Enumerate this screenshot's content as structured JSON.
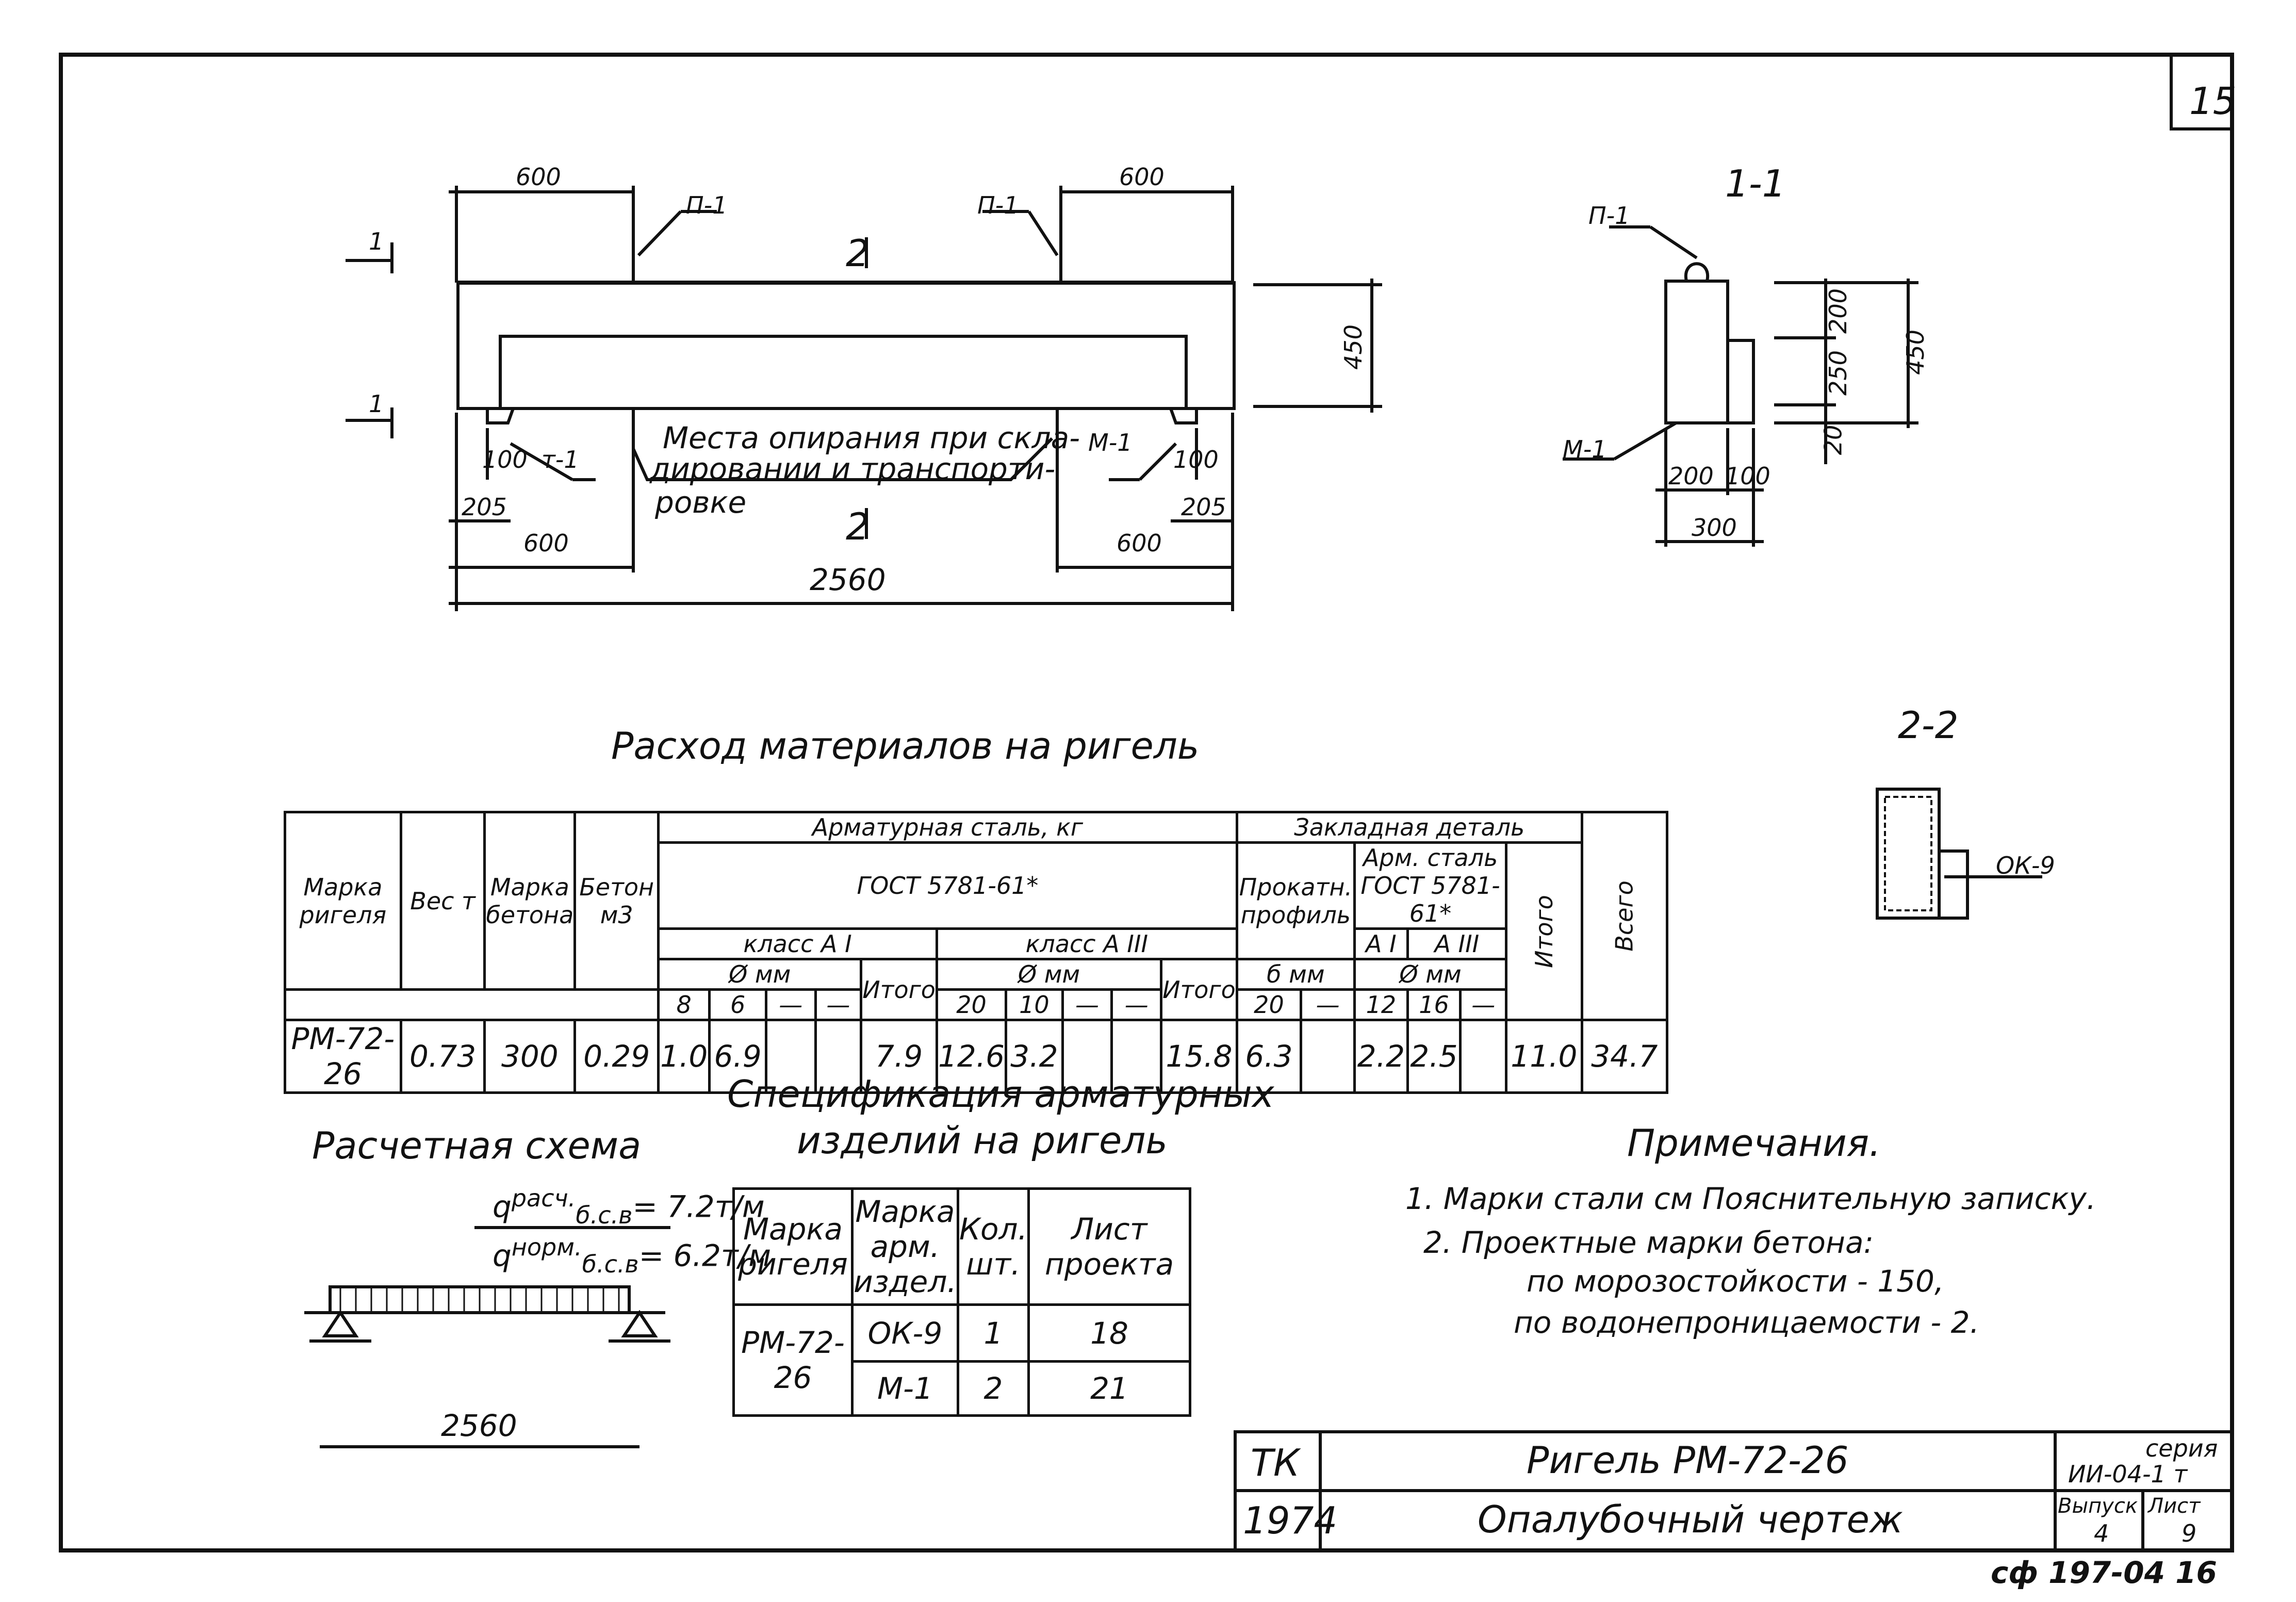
{
  "sheet_number": "15",
  "front_view": {
    "dim_top_left": "600",
    "dim_top_right": "600",
    "loop_label_left": "П-1",
    "loop_label_right": "П-1",
    "section_mark_top": "2",
    "section_mark_bottom": "2",
    "section_1_left_top": "1",
    "section_1_left_bottom": "1",
    "height_dim": "450",
    "plate_label_left": "т-1",
    "plate_label_right": "М-1",
    "dim_100_left": "100",
    "dim_100_right": "100",
    "dim_205_left": "205",
    "dim_205_right": "205",
    "dim_600_bottom_left": "600",
    "dim_600_bottom_right": "600",
    "total_length": "2560",
    "support_note_line1": "Места опирания при скла-",
    "support_note_line2": "дировании и транспорти-",
    "support_note_line3": "ровке"
  },
  "section_1_1": {
    "title": "1-1",
    "loop_label": "П-1",
    "plate_label": "М-1",
    "dim_200": "200",
    "dim_250": "250",
    "dim_20": "20",
    "dim_450": "450",
    "dim_200_bottom": "200",
    "dim_100_bottom": "100",
    "dim_300": "300"
  },
  "section_2_2": {
    "title": "2-2",
    "frame_label": "ОК-9"
  },
  "materials": {
    "title": "Расход материалов на ригель",
    "headers": {
      "marka_rigelya": "Марка ригеля",
      "ves": "Вес т",
      "marka_betona": "Марка бетона",
      "beton": "Бетон м3",
      "arm_stal": "Арматурная сталь, кг",
      "gost": "ГОСТ 5781-61*",
      "klass_a1": "класс А I",
      "klass_a3": "класс А III",
      "mm_a1": "Ø мм",
      "mm_a3": "Ø мм",
      "itogo1": "Итого",
      "itogo2": "Итого",
      "zakladnaya": "Закладная деталь",
      "prokat": "Прокатн. профиль",
      "prokat_mm": "б мм",
      "arm_stal2": "Арм. сталь ГОСТ 5781-61*",
      "a1": "А I",
      "a3": "А III",
      "mm3": "Ø мм",
      "itogo3": "Итого",
      "vsego": "Всего",
      "d_a1": [
        "8",
        "6",
        "—",
        "—"
      ],
      "d_a3": [
        "20",
        "10",
        "—",
        "—"
      ],
      "d_prokat": [
        "20",
        "—"
      ],
      "d_arm": [
        "12",
        "16",
        "—"
      ]
    },
    "row": {
      "marka": "РМ-72-26",
      "ves": "0.73",
      "marka_betona": "300",
      "beton": "0.29",
      "a1": [
        "1.0",
        "6.9",
        "",
        ""
      ],
      "itogo1": "7.9",
      "a3": [
        "12.6",
        "3.2",
        "",
        ""
      ],
      "itogo2": "15.8",
      "prokat": [
        "6.3",
        ""
      ],
      "arm": [
        "2.2",
        "2.5",
        ""
      ],
      "itogo3": "11.0",
      "vsego": "34.7"
    }
  },
  "scheme": {
    "title": "Расчетная схема",
    "load1_sym": "q",
    "load1_sup": "расч.",
    "load1_sub": "б.с.в",
    "load1_val": "= 7.2т/м",
    "load2_sym": "q",
    "load2_sup": "норм.",
    "load2_sub": "б.с.в",
    "load2_val": "= 6.2т/м",
    "span": "2560"
  },
  "spec": {
    "title_line1": "Спецификация арматурных",
    "title_line2": "изделий на ригель",
    "headers": [
      "Марка ригеля",
      "Марка арм. издел.",
      "Кол. шт.",
      "Лист проекта"
    ],
    "rigel": "РМ-72-26",
    "rows": [
      {
        "mark": "ОК-9",
        "qty": "1",
        "sheet": "18"
      },
      {
        "mark": "М-1",
        "qty": "2",
        "sheet": "21"
      }
    ]
  },
  "notes": {
    "title": "Примечания.",
    "line1": "1. Марки стали см Пояснительную записку.",
    "line2": "2. Проектные марки бетона:",
    "line3": "по морозостойкости - 150,",
    "line4": "по водонепроницаемости - 2."
  },
  "title_block": {
    "tk": "ТК",
    "year": "1974",
    "name": "Ригель РМ-72-26",
    "subtitle": "Опалубочный чертеж",
    "seria_label": "серия",
    "seria_value": "ИИ-04-1 т",
    "vypusk_label": "Выпуск",
    "vypusk_value": "4",
    "list_label": "Лист",
    "list_value": "9"
  },
  "footer_stamp": "сф 197-04 16"
}
